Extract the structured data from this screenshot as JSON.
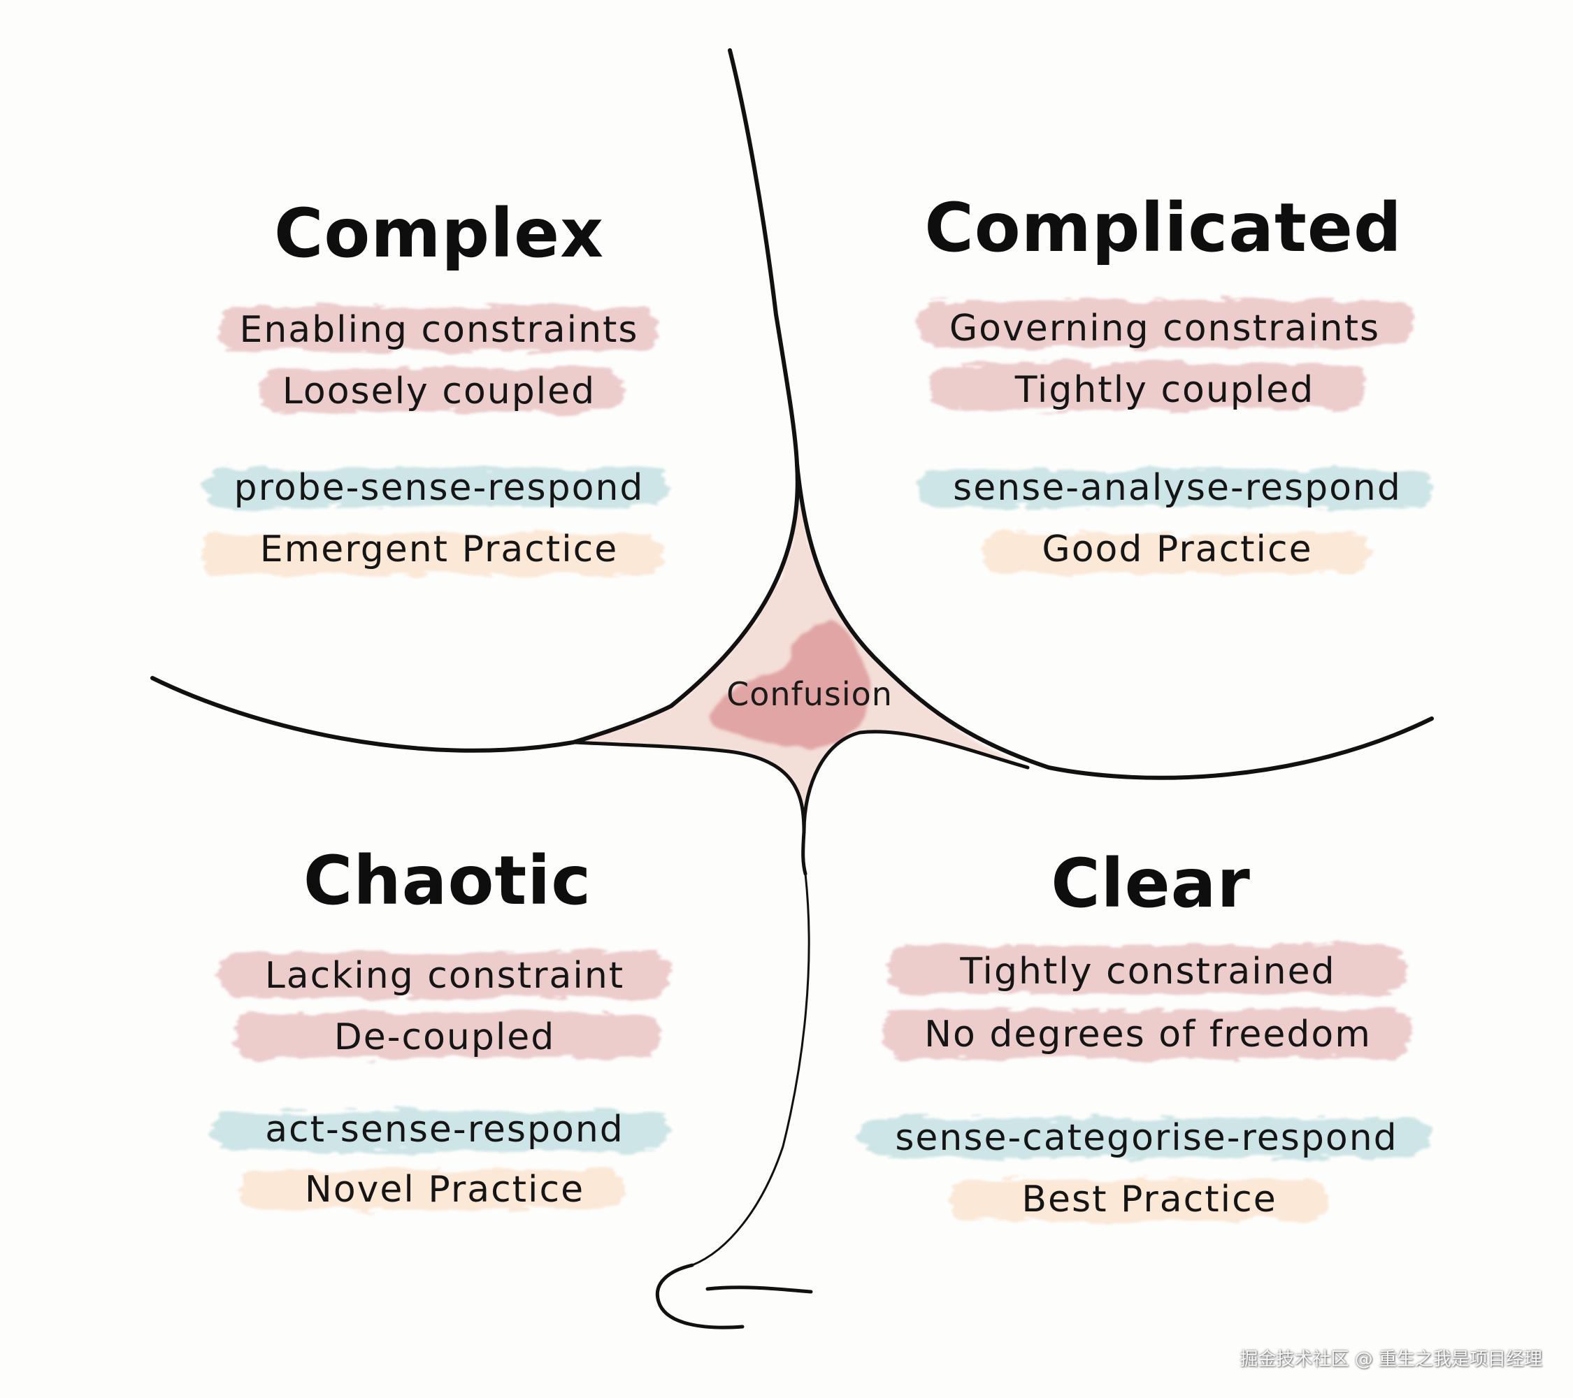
{
  "colors": {
    "background": "#fdfdfc",
    "constraint_highlight": "#eac3c3",
    "method_highlight": "#c8e2e3",
    "practice_highlight": "#fbe6d2",
    "confusion_area": "#f4ddd6",
    "confusion_core": "#d98f90",
    "line": "#111111"
  },
  "confusion": {
    "label": "Confusion"
  },
  "domains": {
    "complex": {
      "title": "Complex",
      "constraint_lines": [
        "Enabling constraints",
        "Loosely coupled"
      ],
      "method": "probe-sense-respond",
      "practice": "Emergent Practice"
    },
    "complicated": {
      "title": "Complicated",
      "constraint_lines": [
        "Governing constraints",
        "Tightly coupled"
      ],
      "method": "sense-analyse-respond",
      "practice": "Good Practice"
    },
    "chaotic": {
      "title": "Chaotic",
      "constraint_lines": [
        "Lacking constraint",
        "De-coupled"
      ],
      "method": "act-sense-respond",
      "practice": "Novel Practice"
    },
    "clear": {
      "title": "Clear",
      "constraint_lines": [
        "Tightly constrained",
        "No degrees of freedom"
      ],
      "method": "sense-categorise-respond",
      "practice": "Best Practice"
    }
  },
  "watermark": {
    "text": "掘金技术社区 @ 重生之我是项目经理"
  },
  "icons": [
    "boundary-lines",
    "cliff-curl"
  ]
}
